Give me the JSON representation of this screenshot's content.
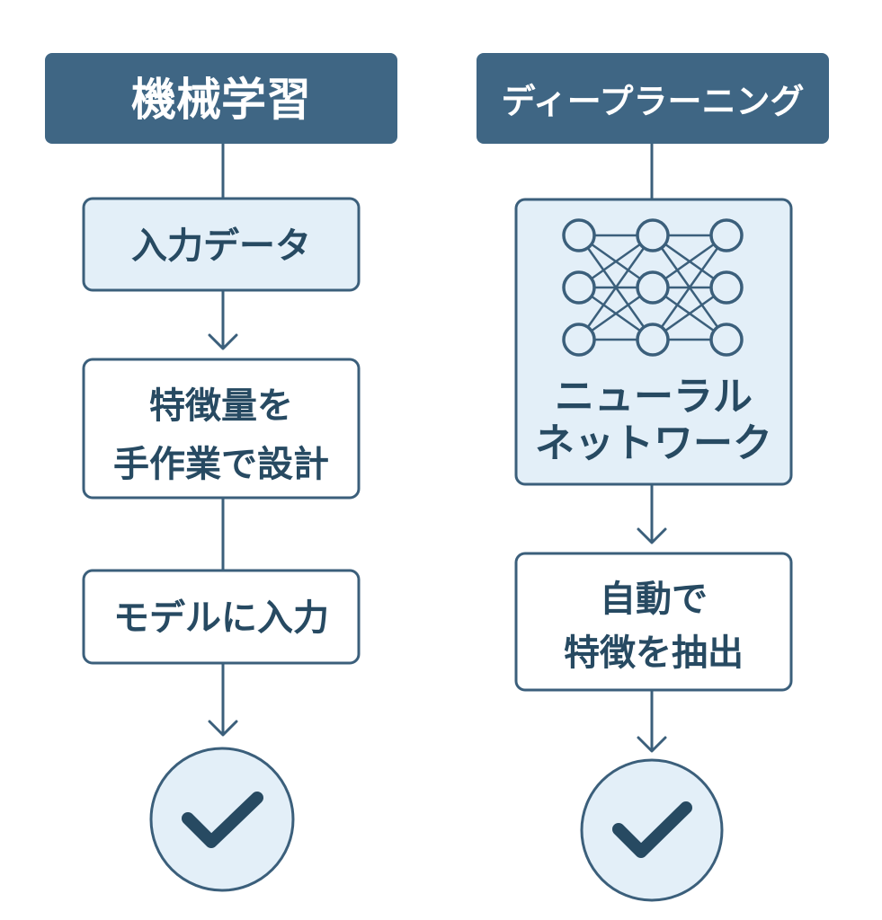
{
  "colors": {
    "header_fill": "#3f6684",
    "stroke": "#3b5f7b",
    "light_fill": "#e3eff8",
    "white_fill": "#ffffff",
    "text_dark": "#274a62",
    "text_light": "#ffffff"
  },
  "left_column": {
    "title": "機械学習",
    "step1": "入力データ",
    "step2_line1": "特徴量を",
    "step2_line2": "手作業で設計",
    "step3": "モデルに入力",
    "result_icon": "checkmark-icon"
  },
  "right_column": {
    "title": "ディープラーニング",
    "network_icon": "neural-network-icon",
    "network_line1": "ニューラル",
    "network_line2": "ネットワーク",
    "step2_line1": "自動で",
    "step2_line2": "特徴を抽出",
    "result_icon": "checkmark-icon"
  }
}
